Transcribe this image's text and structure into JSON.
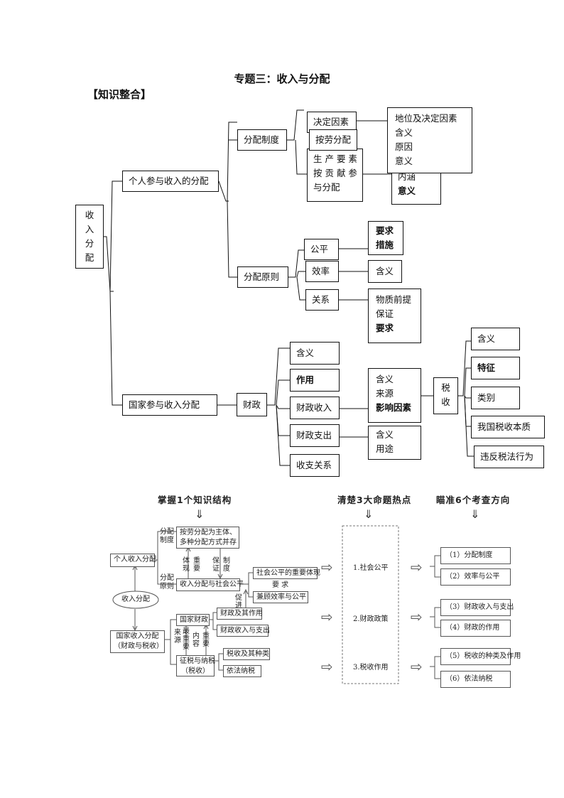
{
  "title": "专题三：收入与分配",
  "section": "【知识整合】",
  "upper": {
    "root": [
      "收",
      "入",
      "分",
      "配"
    ],
    "personal": "个人参与收入的分配",
    "national": "国家参与收入分配",
    "dist_system": "分配制度",
    "dist_principle": "分配原则",
    "fiscal": "财政",
    "determinant": "决定因素",
    "by_labor": "按劳分配",
    "by_factor": [
      "生 产 要 素",
      "按 贡 献 参",
      "与分配"
    ],
    "status_box": [
      "地位及决定因素",
      "含义",
      "原因",
      "意义"
    ],
    "content_box": [
      "内涵",
      "意义"
    ],
    "fairness": "公平",
    "efficiency": "效率",
    "relation": "关系",
    "fair_items": [
      "要求",
      "措施"
    ],
    "eff_items": [
      "含义"
    ],
    "rel_items": [
      "物质前提",
      "保证",
      "要求"
    ],
    "fiscal_items": [
      "含义",
      "作用",
      "财政收入",
      "财政支出",
      "收支关系"
    ],
    "revenue_items": [
      "含义",
      "来源",
      "影响因素"
    ],
    "expense_items": [
      "含义",
      "用途"
    ],
    "tax": [
      "税",
      "收"
    ],
    "tax_items": [
      "含义",
      "特征",
      "类别",
      "我国税收本质",
      "违反税法行为"
    ]
  },
  "lower": {
    "head1": "掌握1个知识结构",
    "head2": "清楚3大命题热点",
    "head3": "瞄准6个考查方向",
    "down_arrow": "⇓",
    "right_arrow": "⇨",
    "center": "收入分配",
    "personal": "个人收入分配",
    "national": [
      "国家收入分配",
      "（财政与税收）"
    ],
    "dist_system_label": [
      "分配",
      "制度"
    ],
    "dist_principle_label": [
      "分配",
      "原则"
    ],
    "system_box": [
      "按劳分配为主体、",
      "多种分配方式并存"
    ],
    "fair_box": "收入分配与社会公平",
    "v_embody": "体现",
    "v_important": "重要",
    "v_guarantee": "保证",
    "v_system": "制度",
    "v_promote": "促进",
    "requires": "要  求",
    "fair_right1": "社会公平的重要体现",
    "fair_right2": "兼顾效率与公平",
    "state_fiscal": "国家财政",
    "fiscal_right1": "财政及其作用",
    "fiscal_right2": "财政收入与支出",
    "v_source": "来源",
    "v_most_important": "最重要",
    "v_content": "内容",
    "v_important2": "重要",
    "tax_box": [
      "征税与纳税",
      "（税收）"
    ],
    "tax_right1": "税收及其种类",
    "tax_right2": "依法纳税",
    "hotspots": [
      "1.社会公平",
      "2.财政政策",
      "3.税收作用"
    ],
    "directions": [
      "（1）分配制度",
      "（2）效率与公平",
      "（3）财政收入与支出",
      "（4）财政的作用",
      "（5）税收的种类及作用",
      "（6）依法纳税"
    ]
  },
  "colors": {
    "line": "#111111",
    "thin": "#555555"
  }
}
